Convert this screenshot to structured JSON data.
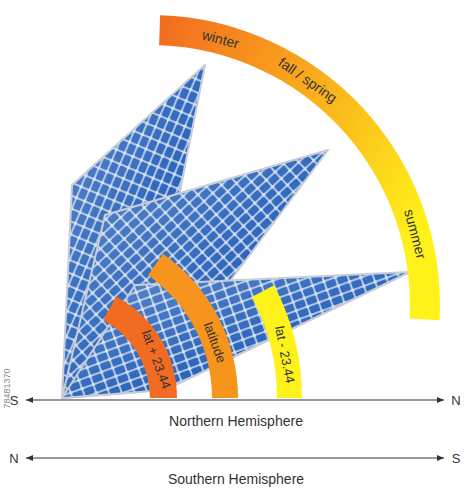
{
  "diagram": {
    "nodes": [
      {
        "text": [
          "winter",
          "fall / spring",
          "summer"
        ]
      },
      {
        "text": [
          "lat + 23.44"
        ]
      },
      {
        "text": [
          "latitude"
        ]
      },
      {
        "text": [
          "lat - 23.44"
        ]
      }
    ],
    "labels": [
      "S",
      "N",
      "Northern Hemisphere",
      "N",
      "S",
      "Southern Hemisphere",
      "78481370"
    ]
  }
}
